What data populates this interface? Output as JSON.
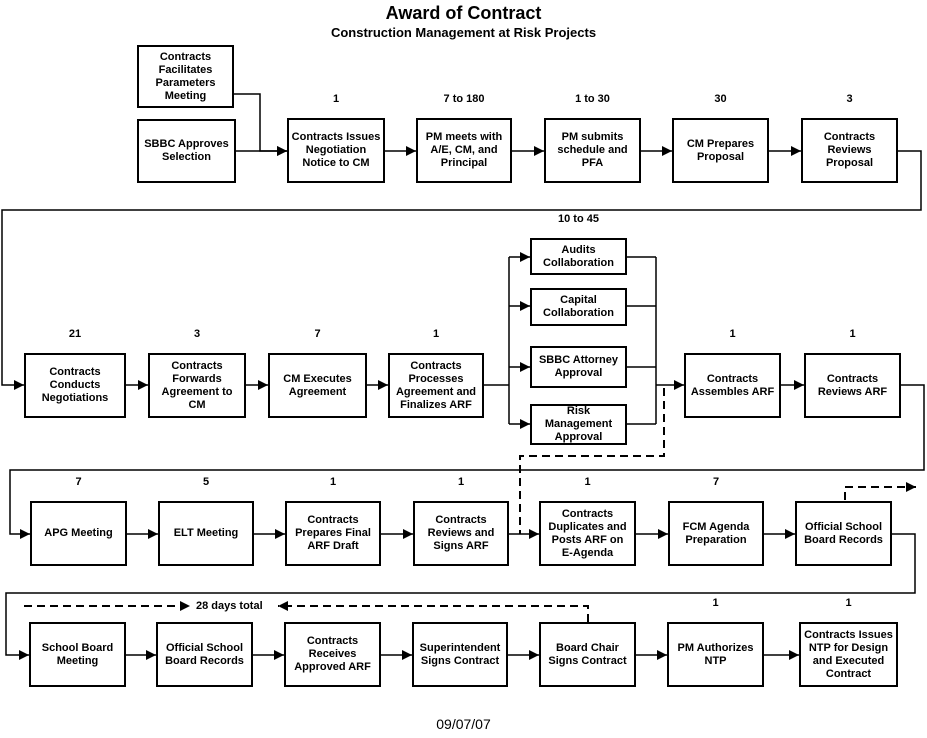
{
  "title": "Award of Contract",
  "subtitle": "Construction Management at Risk Projects",
  "date": "09/07/07",
  "total_label": "28 days total",
  "steps": [
    {
      "id": "facilitates",
      "label": "Contracts\nFacilitates\nParameters\nMeeting"
    },
    {
      "id": "approves",
      "label": "SBBC Approves\nSelection"
    },
    {
      "id": "issues-notice",
      "label": "Contracts Issues\nNegotiation\nNotice to CM",
      "duration": "1"
    },
    {
      "id": "pm-meets",
      "label": "PM meets with\nA/E, CM, and\nPrincipal",
      "duration": "7 to 180"
    },
    {
      "id": "pm-submits",
      "label": "PM submits\nschedule and\nPFA",
      "duration": "1 to 30"
    },
    {
      "id": "cm-prepares",
      "label": "CM Prepares\nProposal",
      "duration": "30"
    },
    {
      "id": "reviews-proposal",
      "label": "Contracts\nReviews\nProposal",
      "duration": "3"
    },
    {
      "id": "negotiations",
      "label": "Contracts\nConducts\nNegotiations",
      "duration": "21"
    },
    {
      "id": "forwards",
      "label": "Contracts\nForwards\nAgreement to\nCM",
      "duration": "3"
    },
    {
      "id": "cm-executes",
      "label": "CM Executes\nAgreement",
      "duration": "7"
    },
    {
      "id": "processes",
      "label": "Contracts\nProcesses\nAgreement and\nFinalizes ARF",
      "duration": "1"
    },
    {
      "id": "audits",
      "label": "Audits\nCollaboration",
      "duration": "10 to 45"
    },
    {
      "id": "capital",
      "label": "Capital\nCollaboration"
    },
    {
      "id": "attorney",
      "label": "SBBC Attorney\nApproval"
    },
    {
      "id": "risk",
      "label": "Risk Management\nApproval"
    },
    {
      "id": "assembles",
      "label": "Contracts\nAssembles ARF",
      "duration": "1"
    },
    {
      "id": "reviews-arf",
      "label": "Contracts\nReviews ARF",
      "duration": "1"
    },
    {
      "id": "apg",
      "label": "APG Meeting",
      "duration": "7"
    },
    {
      "id": "elt",
      "label": "ELT Meeting",
      "duration": "5"
    },
    {
      "id": "final-draft",
      "label": "Contracts\nPrepares Final\nARF Draft",
      "duration": "1"
    },
    {
      "id": "signs-arf",
      "label": "Contracts\nReviews and\nSigns ARF",
      "duration": "1"
    },
    {
      "id": "duplicates",
      "label": "Contracts\nDuplicates and\nPosts ARF on\nE-Agenda",
      "duration": "1"
    },
    {
      "id": "fcm",
      "label": "FCM Agenda\nPreparation",
      "duration": "7"
    },
    {
      "id": "osbr1",
      "label": "Official School\nBoard Records"
    },
    {
      "id": "sbm",
      "label": "School Board\nMeeting"
    },
    {
      "id": "osbr2",
      "label": "Official School\nBoard Records"
    },
    {
      "id": "receives",
      "label": "Contracts\nReceives\nApproved ARF"
    },
    {
      "id": "superintendent",
      "label": "Superintendent\nSigns Contract"
    },
    {
      "id": "chair",
      "label": "Board Chair\nSigns Contract"
    },
    {
      "id": "pm-ntp",
      "label": "PM Authorizes\nNTP",
      "duration": "1"
    },
    {
      "id": "ntp",
      "label": "Contracts Issues\nNTP for Design\nand Executed\nContract",
      "duration": "1"
    }
  ]
}
